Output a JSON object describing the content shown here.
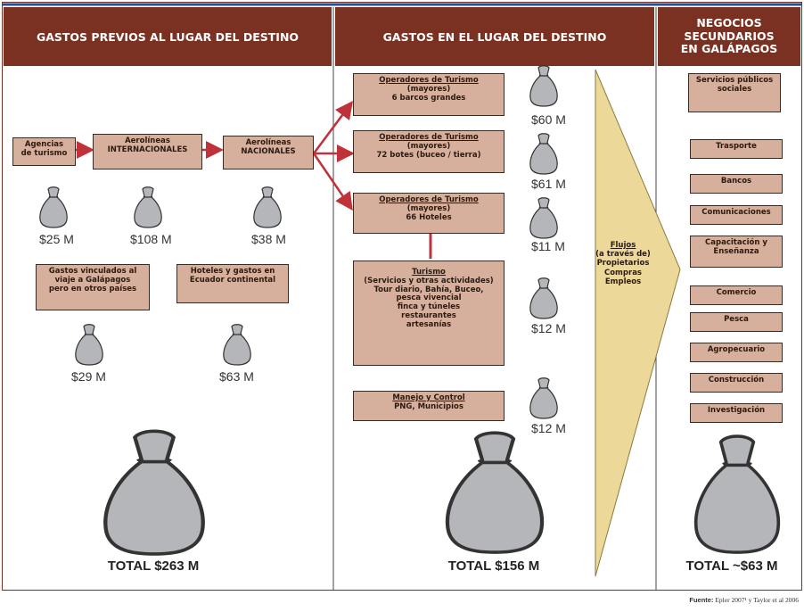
{
  "headers": {
    "col1": "GASTOS PREVIOS AL LUGAR DEL DESTINO",
    "col2": "GASTOS EN EL LUGAR DEL DESTINO",
    "col3": [
      "NEGOCIOS",
      "SECUNDARIOS",
      "EN GALÁPAGOS"
    ]
  },
  "col1": {
    "boxes": {
      "agencias": [
        "Agencias",
        "de turismo"
      ],
      "aero_int": [
        "Aerolíneas",
        "INTERNACIONALES"
      ],
      "aero_nac": [
        "Aerolíneas",
        "NACIONALES"
      ],
      "vinculados": [
        "Gastos vinculados al",
        "viaje a Galápagos",
        "pero en otros países"
      ],
      "hoteles": [
        "Hoteles y gastos en",
        "Ecuador continental"
      ]
    },
    "amounts": {
      "agencias": "$25 M",
      "aero_int": "$108 M",
      "aero_nac": "$38 M",
      "vinculados": "$29 M",
      "hoteles": "$63 M"
    },
    "total": "TOTAL $263 M"
  },
  "col2": {
    "boxes": {
      "op1": {
        "title": "Operadores de Turismo",
        "lines": [
          "(mayores)",
          "6 barcos grandes"
        ]
      },
      "op2": {
        "title": "Operadores de Turismo",
        "lines": [
          "(mayores)",
          "72 botes (buceo / tierra)"
        ]
      },
      "op3": {
        "title": "Operadores de Turismo",
        "lines": [
          "(mayores)",
          "66 Hoteles"
        ]
      },
      "turismo": {
        "title": "Turismo",
        "lines": [
          "(Servicios y otras actividades)",
          "Tour diario, Bahía, Buceo,",
          "pesca vivencial",
          "finca y túneles",
          "restaurantes",
          "artesanías"
        ]
      },
      "manejo": {
        "title": "Manejo y Control",
        "lines": [
          "PNG, Municipios"
        ]
      }
    },
    "amounts": {
      "op1": "$60 M",
      "op2": "$61 M",
      "op3": "$11 M",
      "turismo": "$12 M",
      "manejo": "$12 M"
    },
    "total": "TOTAL $156 M"
  },
  "flow": {
    "title": "Flujos",
    "lines": [
      "(a través de)",
      "Propietarios",
      "Compras",
      "Empleos"
    ]
  },
  "col3": {
    "items": [
      [
        "Servicios públicos",
        "sociales"
      ],
      [
        "Trasporte"
      ],
      [
        "Bancos"
      ],
      [
        "Comunicaciones"
      ],
      [
        "Capacitación y",
        "Enseñanza"
      ],
      [
        "Comercio"
      ],
      [
        "Pesca"
      ],
      [
        "Agropecuario"
      ],
      [
        "Construcción"
      ],
      [
        "Investigación"
      ]
    ],
    "total": "TOTAL ~$63 M"
  },
  "source": {
    "label": "Fuente:",
    "text": "Epler 2007¹ y Taylor et al 2006"
  },
  "colors": {
    "header": "#7a3122",
    "box": "#d6b09c",
    "arrow": "#c0323a",
    "flow": "#ecd99a",
    "bag": "#b4b6b9"
  }
}
